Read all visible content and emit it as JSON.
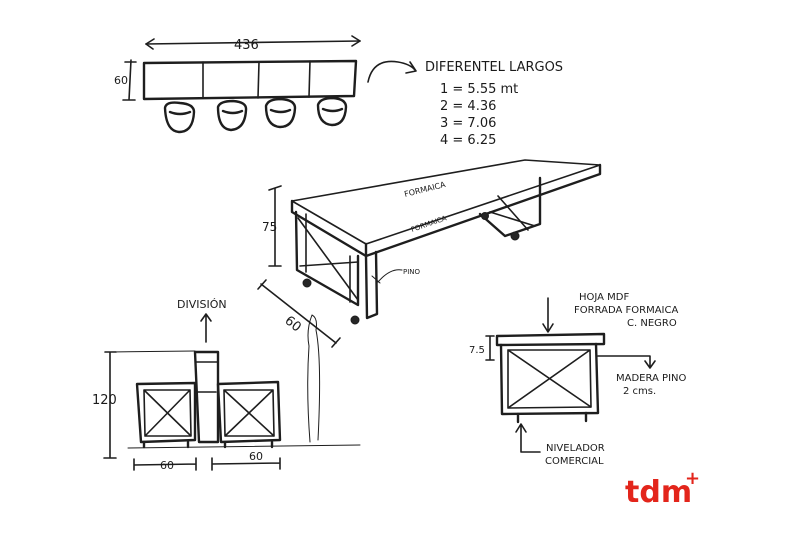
{
  "sketch": {
    "top_view": {
      "width_dim": "436",
      "depth_dim": "60"
    },
    "note": {
      "title": "DIFERENTEL LARGOS",
      "items": [
        "1 = 5.55 mt",
        "2 = 4.36",
        "3 = 7.06",
        "4 = 6.25"
      ]
    },
    "perspective": {
      "top_label": "FORMAICA",
      "edge_label": "FORMAICA",
      "height_dim": "75",
      "depth_dim": "60",
      "leg_label": "PINO"
    },
    "front_view": {
      "division_label": "DIVISIÓN",
      "height_dim": "120",
      "left_dim": "60",
      "right_dim": "60"
    },
    "side_view": {
      "top_note_line1": "HOJA MDF",
      "top_note_line2": "FORRADA FORMAICA",
      "top_note_line3": "C. NEGRO",
      "top_dim": "7.5",
      "frame_note_line1": "MADERA PINO",
      "frame_note_line2": "2 cms.",
      "foot_note_line1": "NIVELADOR",
      "foot_note_line2": "COMERCIAL"
    },
    "logo": {
      "text": "tdm",
      "mark": "+",
      "color": "#e3251b"
    }
  }
}
